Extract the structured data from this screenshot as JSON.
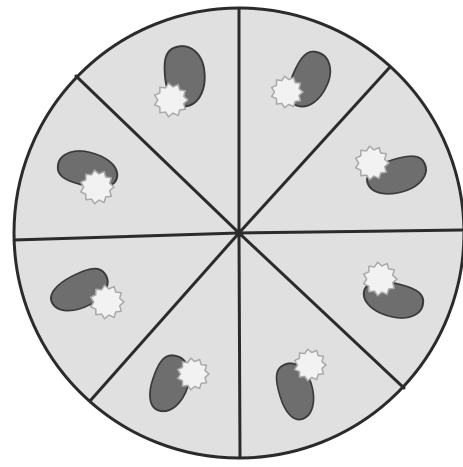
{
  "diagram": {
    "sector_count": 8,
    "colors": {
      "disc_fill": "#e0e0e0",
      "outline": "#2b2b2b",
      "blob_fill": "#6e6e6e",
      "blob_stroke": "#3a3a3a",
      "puff_fill": "#f2f2f2",
      "puff_stroke": "#a9a9a9"
    },
    "sectors": [
      {
        "name": "sector-1",
        "icon": "seed-with-cotton-icon"
      },
      {
        "name": "sector-2",
        "icon": "seed-with-cotton-icon"
      },
      {
        "name": "sector-3",
        "icon": "seed-with-cotton-icon"
      },
      {
        "name": "sector-4",
        "icon": "seed-with-cotton-icon"
      },
      {
        "name": "sector-5",
        "icon": "seed-with-cotton-icon"
      },
      {
        "name": "sector-6",
        "icon": "seed-with-cotton-icon"
      },
      {
        "name": "sector-7",
        "icon": "seed-with-cotton-icon"
      },
      {
        "name": "sector-8",
        "icon": "seed-with-cotton-icon"
      }
    ]
  }
}
